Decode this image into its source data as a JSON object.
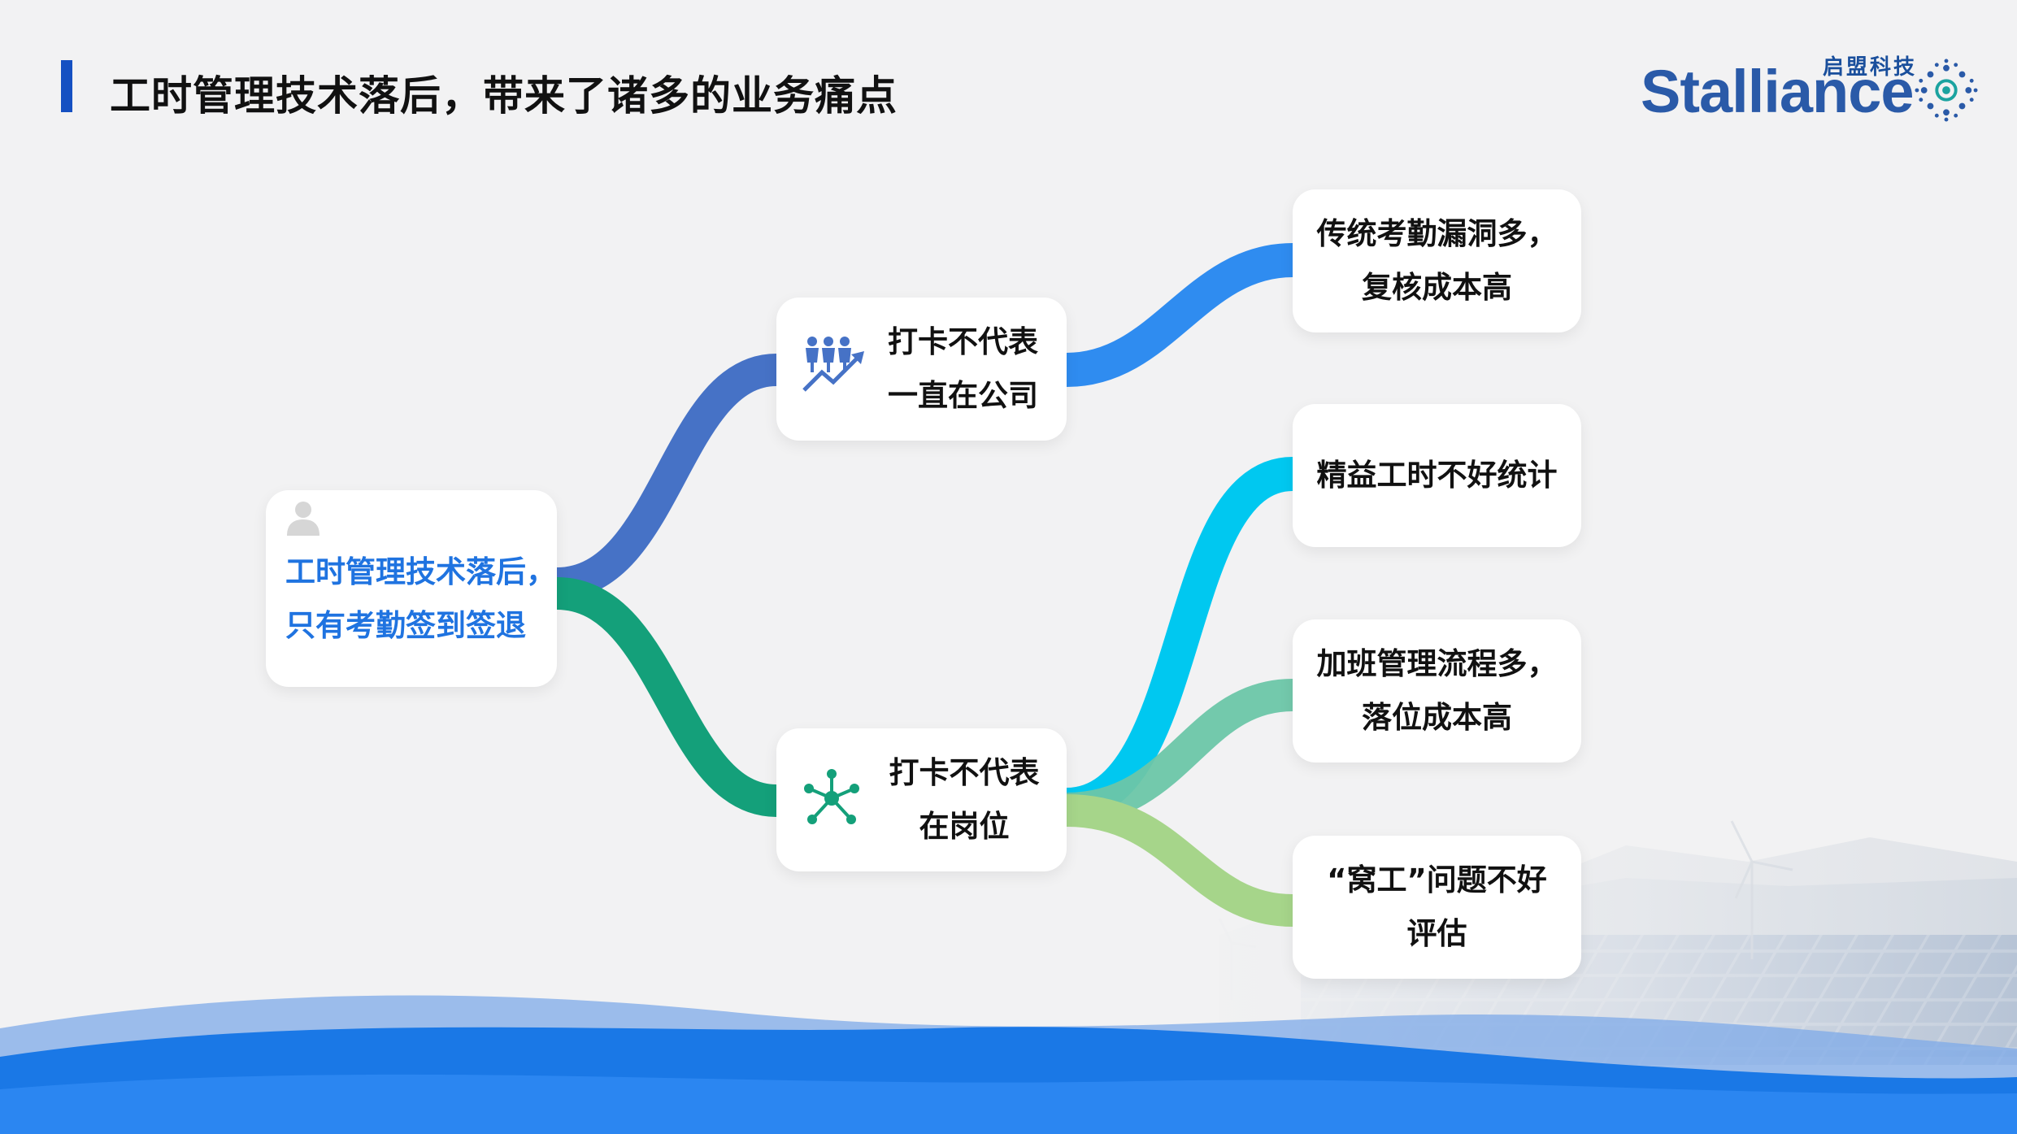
{
  "header": {
    "title": "工时管理技术落后，带来了诸多的业务痛点"
  },
  "logo": {
    "cn": "启盟科技",
    "en": "Stalliance"
  },
  "colors": {
    "title_bar": "#1550c2",
    "root_text": "#1f73e0",
    "branch_blue": "#4672c6",
    "branch_green": "#14a07a",
    "leaf_blue": "#2f8cf0",
    "leaf_cyan": "#00c8f0",
    "leaf_teal": "#6cc6a8",
    "leaf_lightgreen": "#a6d58a",
    "wave_blue": "#1a78e6"
  },
  "diagram": {
    "root": {
      "icon": "person-icon",
      "lines": [
        "工时管理技术落后，",
        "只有考勤签到签退"
      ]
    },
    "branches": [
      {
        "icon": "people-growth-icon",
        "lines": [
          "打卡不代表",
          "一直在公司"
        ],
        "leaves": [
          {
            "lines": [
              "传统考勤漏洞多，",
              "复核成本高"
            ]
          }
        ]
      },
      {
        "icon": "network-icon",
        "lines": [
          "打卡不代表",
          "在岗位"
        ],
        "leaves": [
          {
            "lines": [
              "精益工时不好统计"
            ]
          },
          {
            "lines": [
              "加班管理流程多，",
              "落位成本高"
            ]
          },
          {
            "lines": [
              "“窝工”问题不好",
              "评估"
            ]
          }
        ]
      }
    ]
  }
}
